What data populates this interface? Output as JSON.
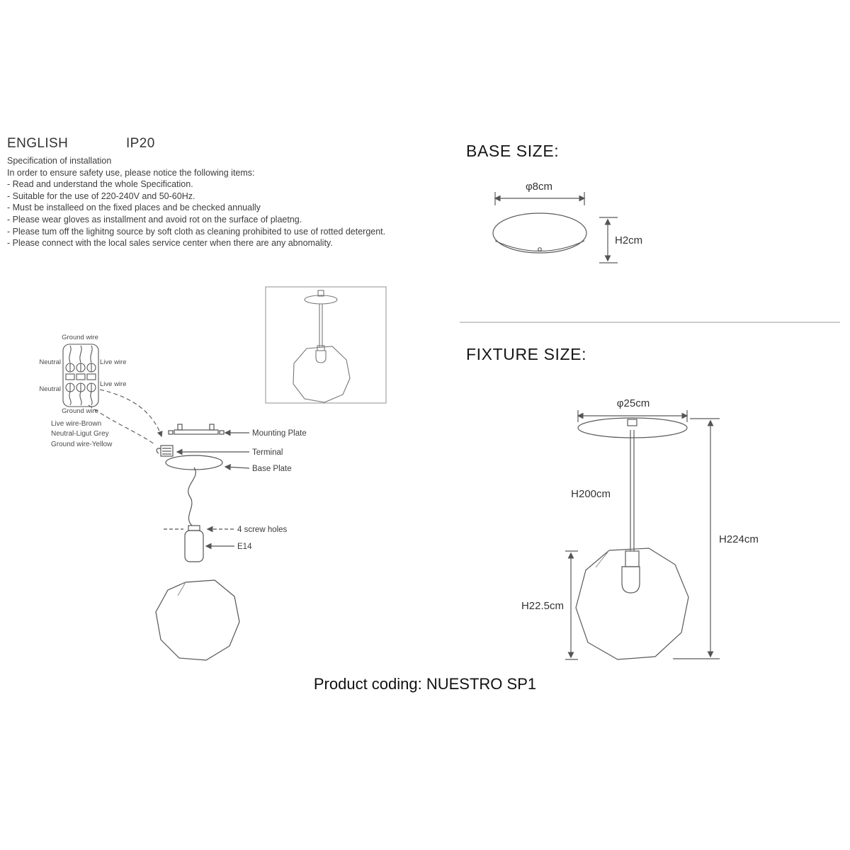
{
  "page": {
    "title_language": "ENGLISH",
    "ip_rating": "IP20",
    "product_coding": "Product coding: NUESTRO SP1"
  },
  "spec": {
    "title": "Specification of installation",
    "intro": "In order to ensure safety use, please notice the following items:",
    "items": [
      "- Read and understand the whole Specification.",
      "- Suitable for the use of 220-240V and 50-60Hz.",
      "- Must be installeed on the fixed places and be checked annually",
      "- Please wear gloves as installment and avoid rot on the surface of plaetng.",
      "- Please tum off the lighitng source by soft cloth as cleaning prohibited to use of rotted detergent.",
      "- Please connect with the local sales service center when there are any abnomality."
    ]
  },
  "base_size": {
    "heading": "BASE SIZE:",
    "diameter_label": "φ8cm",
    "height_label": "H2cm"
  },
  "fixture_size": {
    "heading": "FIXTURE SIZE:",
    "diameter_label": "φ25cm",
    "rod_label": "H200cm",
    "total_label": "H224cm",
    "shade_label": "H22.5cm"
  },
  "wiring": {
    "top_label": "Ground wire",
    "row1_left": "Neutral",
    "row1_right": "Live wire",
    "row2_left": "Neutral",
    "row2_right": "Live wire",
    "bottom_label": "Ground wire",
    "legend": [
      "Live wire-Brown",
      "Neutral-Ligut Grey",
      "Ground wire-Yellow"
    ]
  },
  "assembly": {
    "mounting_plate": "Mounting Plate",
    "terminal": "Terminal",
    "base_plate": "Base Plate",
    "screw_holes": "4 screw holes",
    "socket": "E14"
  }
}
